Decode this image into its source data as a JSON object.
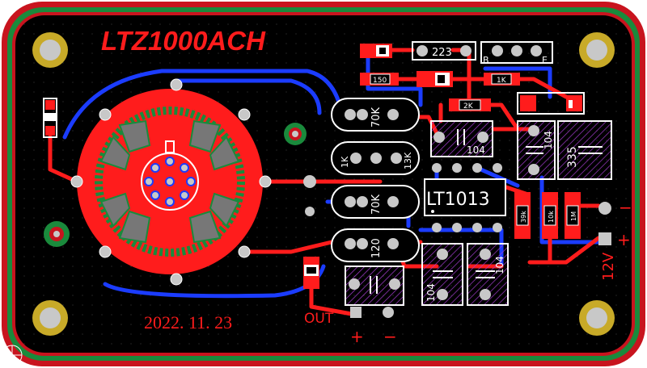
{
  "board": {
    "title": "LTZ1000ACH",
    "date": "2022. 11. 23",
    "out_label": "OUT",
    "out_plus": "+",
    "out_minus": "−",
    "supply_label": "12V",
    "supply_plus": "+",
    "supply_minus": "−"
  },
  "components": {
    "r_223": "223",
    "tr_b": "B",
    "tr_e": "E",
    "r_150": "150",
    "r_1k_top": "1K",
    "r_2k": "2K",
    "r_70k_1": "70K",
    "r_1k_left": "1K",
    "r_13k": "13K",
    "r_70k_2": "70K",
    "r_120": "120",
    "c_104_a": "104",
    "c_104_b": "104",
    "c_335": "335",
    "ic_lt1013": "LT1013",
    "r_39k": "39k",
    "r_10k": "10k",
    "r_1m": "1M",
    "c_104_c": "104",
    "c_104_d": "104"
  },
  "colors": {
    "board": "#000000",
    "outline_outer": "#c8141e",
    "outline_green": "#1a8a3c",
    "top_copper": "#ff1c1c",
    "bottom_copper": "#1b3cff",
    "pad": "#c8c8c8",
    "mount_pad": "#c8aa28",
    "silkscreen": "#ffffff",
    "title": "#ff1c1c",
    "ic_hatch": "#a43bd0"
  }
}
